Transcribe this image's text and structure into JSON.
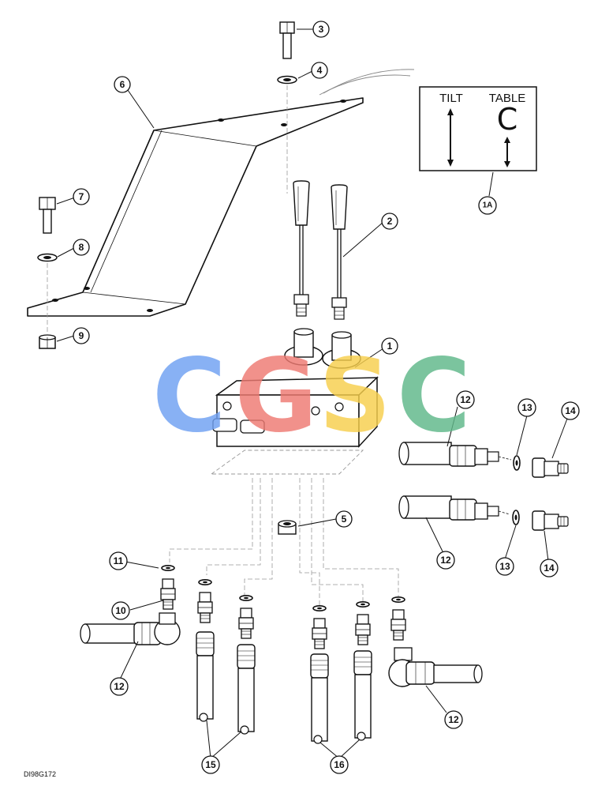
{
  "legend": {
    "tilt_label": "TILT",
    "table_label": "TABLE",
    "table_symbol": "C",
    "callout": "1A"
  },
  "watermark": {
    "letters": [
      "C",
      "G",
      "S",
      "C"
    ],
    "colors": [
      "#6fa0f2",
      "#ef7a72",
      "#f7cf4c",
      "#5fb889"
    ]
  },
  "callouts": {
    "c1": "1",
    "c2": "2",
    "c3": "3",
    "c4": "4",
    "c5": "5",
    "c6": "6",
    "c7": "7",
    "c8": "8",
    "c9": "9",
    "c10": "10",
    "c11": "11",
    "c12a": "12",
    "c12b": "12",
    "c12c": "12",
    "c12d": "12",
    "c13a": "13",
    "c13b": "13",
    "c14a": "14",
    "c14b": "14",
    "c15": "15",
    "c16": "16"
  },
  "reference_code": "DI98G172"
}
